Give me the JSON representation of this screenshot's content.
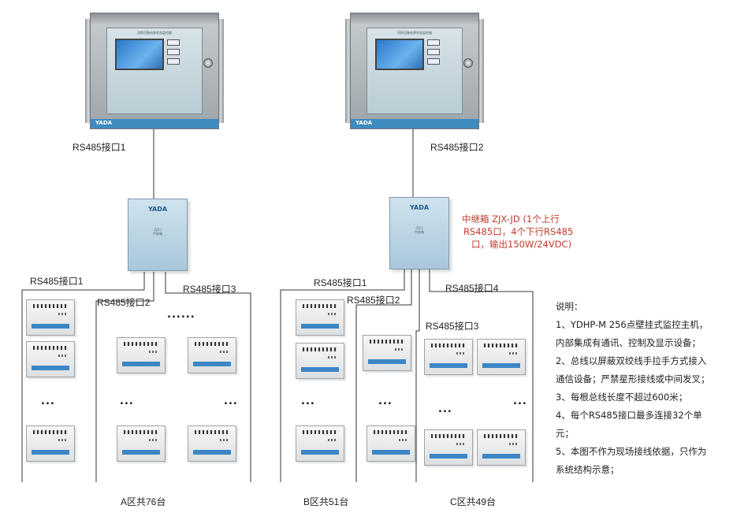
{
  "hosts": [
    {
      "title": "消防设备电源状态监控器",
      "brand": "YADA",
      "port_label": "RS485接口1"
    },
    {
      "title": "消防设备电源状态监控器",
      "brand": "YADA",
      "port_label": "RS485接口2"
    }
  ],
  "relays": [
    {
      "brand": "YADA",
      "model": "ZJX-J",
      "sub": "中继箱"
    },
    {
      "brand": "YADA",
      "model": "ZJX-J",
      "sub": "中继箱"
    }
  ],
  "relay_note": [
    "中继箱 ZJX-JD (1个上行",
    "RS485口，4个下行RS485",
    "口，输出150W/24VDC)"
  ],
  "left_group": {
    "port1": "RS485接口1",
    "port2": "RS485接口2",
    "port3": "RS485接口3",
    "zone_label": "A区共76台"
  },
  "right_group": {
    "port1": "RS485接口1",
    "port2": "RS485接口2",
    "port3": "RS485接口3",
    "port4": "RS485接口4",
    "zone_b_label": "B区共51台",
    "zone_c_label": "C区共49台"
  },
  "ellipsis_long": "......",
  "ellipsis_short": "...",
  "notes": {
    "title": "说明：",
    "lines": [
      "1、YDHP-M 256点壁挂式监控主机，",
      "内部集成有通讯、控制及显示设备；",
      "2、总线以屏蔽双绞线手拉手方式接入",
      "通信设备；严禁星形接线或中间发叉；",
      "3、每根总线长度不超过600米；",
      "4、每个RS485接口最多连接32个单",
      "元；",
      "5、本图不作为现场接线依据，只作为",
      "系统结构示意；"
    ]
  },
  "colors": {
    "wire": "#333333",
    "note_red": "#c0392b",
    "accent_blue": "#3d86c6"
  }
}
